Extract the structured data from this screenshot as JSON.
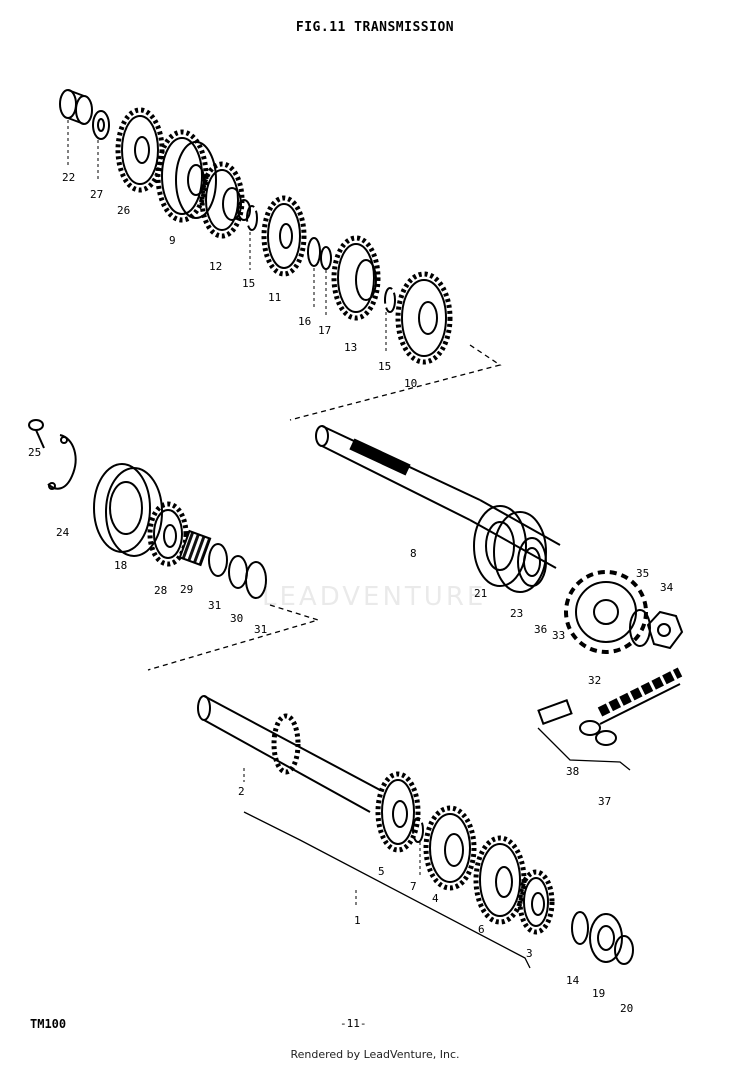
{
  "header": {
    "title": "FIG.11  TRANSMISSION"
  },
  "model_code": "TM100",
  "page_number": "-11-",
  "footer": "Rendered by LeadVenture, Inc.",
  "watermark": "LEADVENTURE",
  "part_labels": {
    "p22": "22",
    "p27": "27",
    "p26": "26",
    "p9": "9",
    "p12": "12",
    "p15a": "15",
    "p11": "11",
    "p16": "16",
    "p17": "17",
    "p13": "13",
    "p15b": "15",
    "p10": "10",
    "p25": "25",
    "p24": "24",
    "p18": "18",
    "p28": "28",
    "p29": "29",
    "p31a": "31",
    "p30": "30",
    "p31b": "31",
    "p8": "8",
    "p21": "21",
    "p23": "23",
    "p36": "36",
    "p33": "33",
    "p35": "35",
    "p34": "34",
    "p32": "32",
    "p38": "38",
    "p37": "37",
    "p2": "2",
    "p5": "5",
    "p7": "7",
    "p4": "4",
    "p1": "1",
    "p6": "6",
    "p3": "3",
    "p14": "14",
    "p19": "19",
    "p20": "20"
  }
}
